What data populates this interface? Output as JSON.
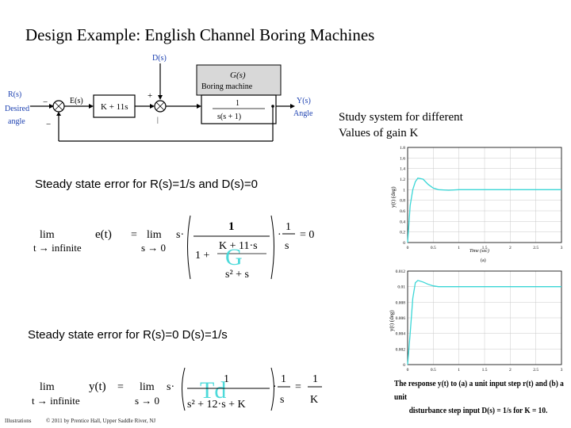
{
  "title": "Design Example: English Channel Boring Machines",
  "block_diagram": {
    "input_label_1": "R(s)",
    "input_label_2": "Desired",
    "input_label_3": "angle",
    "plus": "+",
    "minus": "−",
    "error_label": "E(s)",
    "controller": "K + 11s",
    "disturbance_label": "D(s)",
    "sum2_plus": "+",
    "plant_title": "G(s)",
    "plant_subtitle": "Boring machine",
    "plant_num": "1",
    "plant_den": "s(s + 1)",
    "output_label_1": "Y(s)",
    "output_label_2": "Angle"
  },
  "study_text": {
    "line1": "Study system for different",
    "line2": "Values of gain  K"
  },
  "section1": {
    "heading": "Steady state error for R(s)=1/s and D(s)=0",
    "lim": "lim",
    "lim_sub": "t → infinite",
    "lhs": "e(t)",
    "eq": "=",
    "lim2": "lim",
    "lim2_sub": "s → 0",
    "s_dot": "s·",
    "one": "1",
    "one_plus": "1 +",
    "inner_num": "K + 11·s",
    "inner_den": "s² + s",
    "overlay": "G",
    "frac_num": "1",
    "frac_den": "s",
    "result": "= 0"
  },
  "section2": {
    "heading": "Steady state error for R(s)=0 D(s)=1/s",
    "lim": "lim",
    "lim_sub": "t → infinite",
    "lhs": "y(t)",
    "eq": "=",
    "lim2": "lim",
    "lim2_sub": "s → 0",
    "s_dot": "s·",
    "num": "1",
    "den": "s² + 12·s + K",
    "overlay": "Td",
    "frac_num": "1",
    "frac_den": "s",
    "res_num": "1",
    "res_den": "K",
    "res_eq": "="
  },
  "plot_a": {
    "ylabel": "y(t) (deg)",
    "xlabel": "Time (sec)",
    "tag": "(a)",
    "yticks": [
      "1.8",
      "1.6",
      "1.4",
      "1.2",
      "1",
      "0.8",
      "0.6",
      "0.4",
      "0.2",
      "0"
    ],
    "xticks": [
      "0",
      "0.5",
      "1",
      "1.5",
      "2",
      "2.5",
      "3"
    ]
  },
  "plot_b": {
    "ylabel": "y(t) (deg)",
    "yticks": [
      "0.012",
      "0.01",
      "0.008",
      "0.006",
      "0.004",
      "0.002",
      "0"
    ],
    "xticks": [
      "0",
      "0.5",
      "1",
      "1.5",
      "2",
      "2.5",
      "3"
    ]
  },
  "chart_data": [
    {
      "type": "line",
      "title": "",
      "xlabel": "Time (sec)",
      "ylabel": "y(t) (deg)",
      "xlim": [
        0,
        3
      ],
      "ylim": [
        0,
        1.8
      ],
      "grid": true,
      "series": [
        {
          "x": [
            0,
            0.05,
            0.1,
            0.15,
            0.2,
            0.3,
            0.4,
            0.5,
            0.6,
            0.8,
            1.0,
            1.5,
            2.0,
            2.5,
            3.0
          ],
          "values": [
            0,
            0.7,
            1.0,
            1.15,
            1.22,
            1.2,
            1.1,
            1.03,
            1.0,
            0.99,
            1.0,
            1.0,
            1.0,
            1.0,
            1.0
          ]
        }
      ]
    },
    {
      "type": "line",
      "title": "",
      "xlabel": "",
      "ylabel": "y(t) (deg)",
      "xlim": [
        0,
        3
      ],
      "ylim": [
        0,
        0.012
      ],
      "grid": true,
      "series": [
        {
          "x": [
            0,
            0.05,
            0.1,
            0.15,
            0.2,
            0.3,
            0.4,
            0.5,
            0.6,
            0.8,
            1.0,
            1.5,
            2.0,
            2.5,
            3.0
          ],
          "values": [
            0,
            0.004,
            0.0085,
            0.0105,
            0.0108,
            0.0106,
            0.0103,
            0.0101,
            0.01,
            0.01,
            0.01,
            0.01,
            0.01,
            0.01,
            0.01
          ]
        }
      ]
    }
  ],
  "caption": {
    "line1": "The response y(t) to (a) a unit input step r(t) and (b) a unit",
    "line2": "disturbance step input D(s) = 1/s for K = 10."
  },
  "footer": {
    "left": "Illustrations",
    "right": "© 2011 by Prentice Hall, Upper Saddle River, NJ"
  },
  "colors": {
    "curve": "#3ad6d6",
    "diagram_text": "#1a3fb0",
    "overlay": "#3ad6d6"
  }
}
